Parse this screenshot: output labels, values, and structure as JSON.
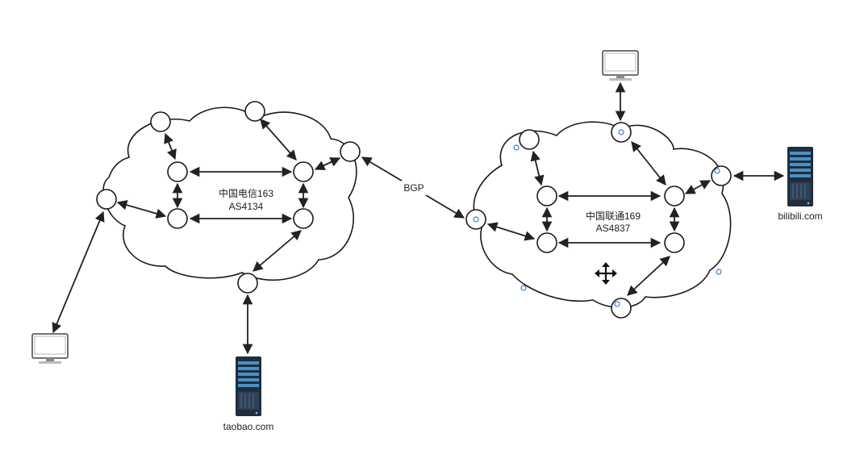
{
  "clouds": [
    {
      "id": "ct",
      "name_line1": "中国电信163",
      "name_line2": "AS4134"
    },
    {
      "id": "cu",
      "name_line1": "中国联通169",
      "name_line2": "AS4837"
    }
  ],
  "peering": {
    "label": "BGP"
  },
  "servers": [
    {
      "id": "taobao",
      "label": "taobao.com"
    },
    {
      "id": "bilibili",
      "label": "bilibili.com"
    }
  ],
  "icons": {
    "monitor": "monitor-icon",
    "server": "server-icon",
    "move": "move-icon"
  }
}
